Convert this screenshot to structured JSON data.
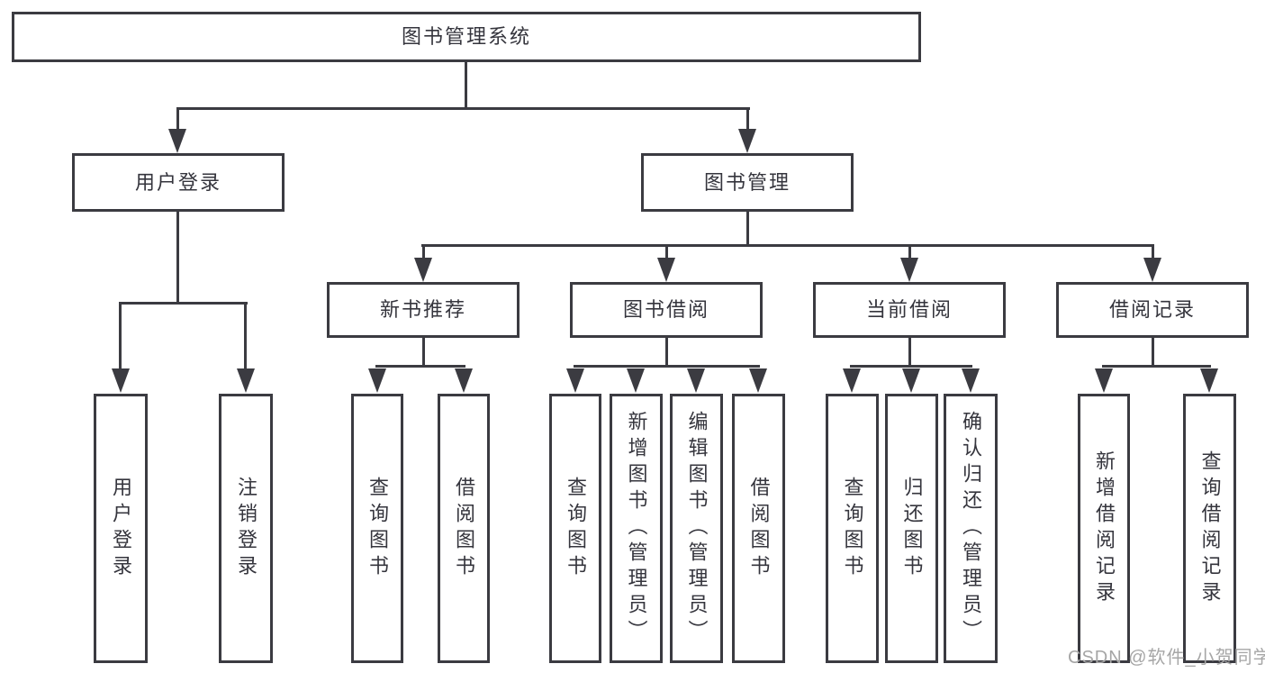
{
  "diagram": {
    "root": "图书管理系统",
    "level2": [
      "用户登录",
      "图书管理"
    ],
    "level3": [
      "新书推荐",
      "图书借阅",
      "当前借阅",
      "借阅记录"
    ],
    "leaves_user_login": [
      "用户登录",
      "注销登录"
    ],
    "leaves_new_books": [
      "查询图书",
      "借阅图书"
    ],
    "leaves_book_borrow": [
      "查询图书",
      "新增图书（管理员）",
      "编辑图书（管理员）",
      "借阅图书"
    ],
    "leaves_current_borrow": [
      "查询图书",
      "归还图书",
      "确认归还（管理员）"
    ],
    "leaves_borrow_records": [
      "新增借阅记录",
      "查询借阅记录"
    ]
  },
  "watermark": "CSDN @软件_小贺同学",
  "colors": {
    "line": "#3b3b41",
    "box_border": "#3b3b41",
    "text": "#35353d",
    "background": "#ffffff",
    "watermark": "#a6a6a6"
  }
}
